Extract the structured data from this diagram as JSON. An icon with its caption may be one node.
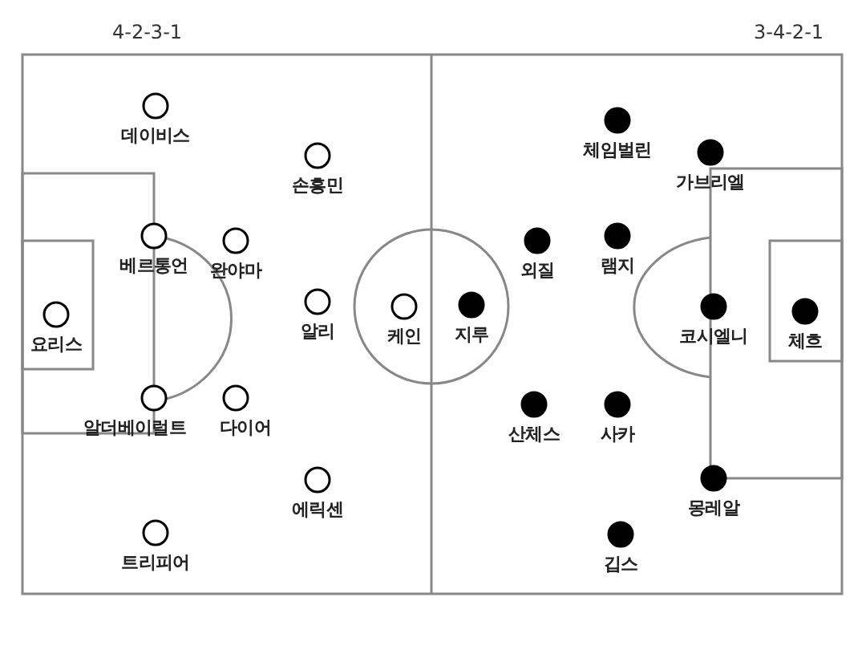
{
  "diagram": {
    "nodes": [
      {
        "text": [
          "데이비스"
        ]
      },
      {
        "text": [
          "손흥민"
        ]
      },
      {
        "text": [
          "베르통언"
        ]
      },
      {
        "text": [
          "완야마"
        ]
      },
      {
        "text": [
          "요리스"
        ]
      },
      {
        "text": [
          "알리"
        ]
      },
      {
        "text": [
          "케인"
        ]
      },
      {
        "text": [
          "알더베이럴트"
        ]
      },
      {
        "text": [
          "다이어"
        ]
      },
      {
        "text": [
          "에릭센"
        ]
      },
      {
        "text": [
          "트리피어"
        ]
      },
      {
        "text": [
          "체임벌린"
        ]
      },
      {
        "text": [
          "가브리엘"
        ]
      },
      {
        "text": [
          "외질"
        ]
      },
      {
        "text": [
          "램지"
        ]
      },
      {
        "text": [
          "지루"
        ]
      },
      {
        "text": [
          "코시엘니"
        ]
      },
      {
        "text": [
          "체흐"
        ]
      },
      {
        "text": [
          "산체스"
        ]
      },
      {
        "text": [
          "사카"
        ]
      },
      {
        "text": [
          "몽레알"
        ]
      },
      {
        "text": [
          "깁스"
        ]
      }
    ],
    "edges": [],
    "labels": [
      "4-2-3-1",
      "3-4-2-1"
    ]
  }
}
